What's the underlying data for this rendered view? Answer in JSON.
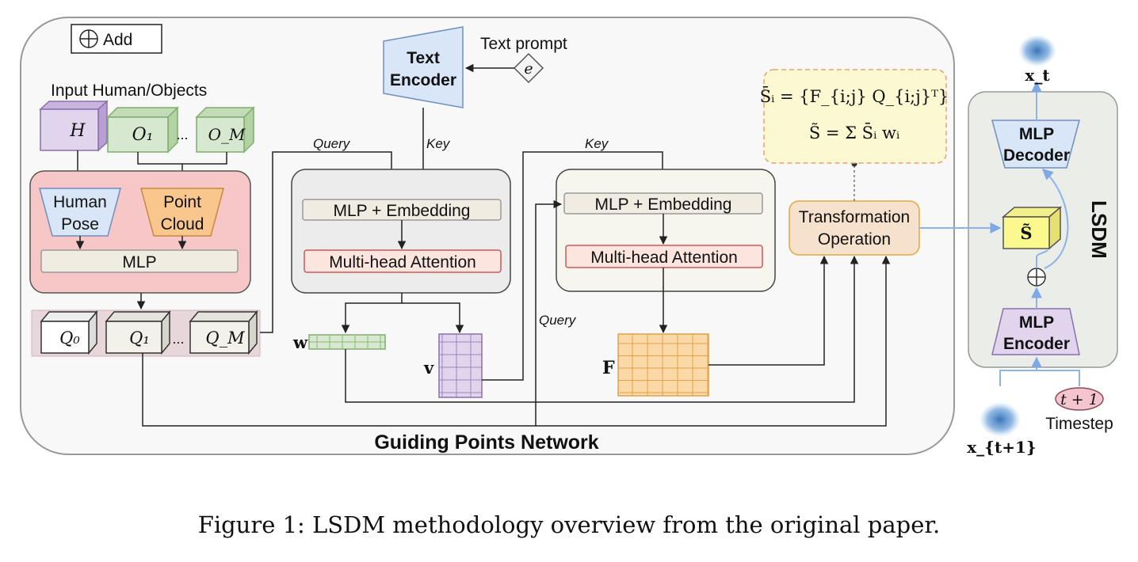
{
  "legend": {
    "add_label": "Add"
  },
  "input": {
    "title": "Input Human/Objects",
    "human": "H",
    "obj_first": "O₁",
    "obj_dots": "...",
    "obj_last": "O_M"
  },
  "encoders": {
    "human_pose_1": "Human",
    "human_pose_2": "Pose",
    "point_cloud_1": "Point",
    "point_cloud_2": "Cloud",
    "mlp": "MLP"
  },
  "queries": {
    "q0": "Q₀",
    "q1": "Q₁",
    "dots": "...",
    "qm": "Q_M"
  },
  "text": {
    "prompt": "Text prompt",
    "e": "e",
    "encoder_1": "Text",
    "encoder_2": "Encoder"
  },
  "attn1": {
    "query_label": "Query",
    "key_label": "Key",
    "mlp_embed": "MLP + Embedding",
    "mha": "Multi-head Attention"
  },
  "attn2": {
    "key_label": "Key",
    "query_label": "Query",
    "mlp_embed": "MLP + Embedding",
    "mha": "Multi-head Attention"
  },
  "outputs": {
    "w": "w",
    "v": "v",
    "F": "F"
  },
  "transform": {
    "line1": "Transformation",
    "line2": "Operation",
    "eq1": "S̄ᵢ = {F_{i;j} Q_{i;j}ᵀ}",
    "eq2": "S̃ = Σ S̄ᵢ wᵢ"
  },
  "network_title": "Guiding Points Network",
  "lsdm": {
    "title": "LSDM",
    "decoder_1": "MLP",
    "decoder_2": "Decoder",
    "encoder_1": "MLP",
    "encoder_2": "Encoder",
    "s_tilde": "S̃",
    "xt": "x_t",
    "xt1": "x_{t+1}",
    "t1": "t + 1",
    "timestep": "Timestep"
  },
  "caption": "Figure 1: LSDM methodology overview from the original paper.",
  "colors": {
    "purple": "#e1d5ee",
    "green": "#d6e8cf",
    "pink": "#f7c7c7",
    "blue": "#d8e6f7",
    "orange": "#f9d5a5",
    "attn_gray": "#ececec",
    "attn_cream": "#f7f6ee",
    "transform": "#f6e1cc",
    "yellow_note": "#fbf8d2",
    "lsdm_bg": "#eaede8",
    "arrow_blue": "#8db3ea"
  }
}
